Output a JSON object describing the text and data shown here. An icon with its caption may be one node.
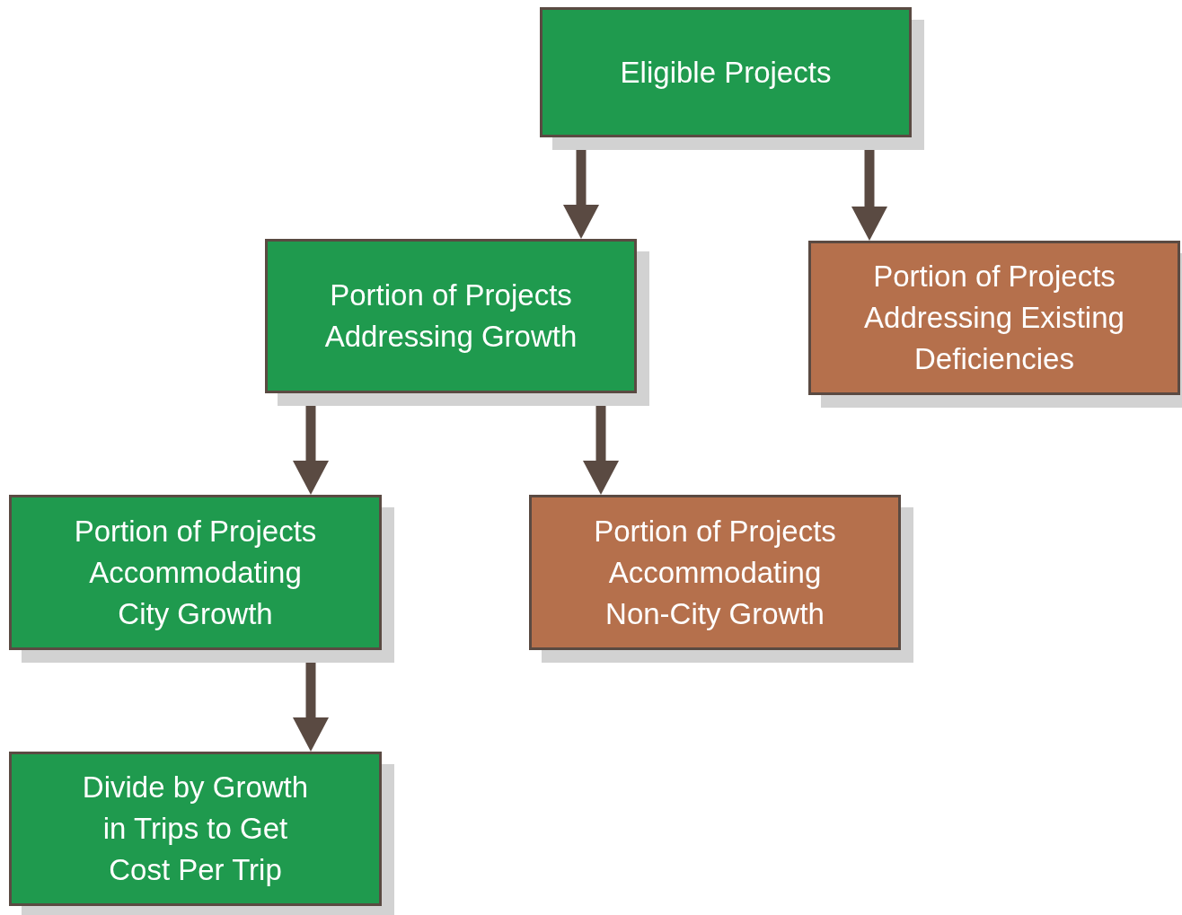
{
  "diagram": {
    "nodes": [
      {
        "text": [
          "Eligible Projects"
        ]
      },
      {
        "text": [
          "Portion of Projects Addressing Growth"
        ]
      },
      {
        "text": [
          "Portion of Projects Addressing Existing Deficiencies"
        ]
      },
      {
        "text": [
          "Portion of Projects Accommodating City Growth"
        ]
      },
      {
        "text": [
          "Portion of Projects Accommodating Non-City Growth"
        ]
      },
      {
        "text": [
          "Divide by Growth in Trips to Get Cost Per Trip"
        ]
      }
    ],
    "edges": [
      {
        "from": 0,
        "to": 1,
        "arrow": "to"
      },
      {
        "from": 0,
        "to": 2,
        "arrow": "to"
      },
      {
        "from": 1,
        "to": 3,
        "arrow": "to"
      },
      {
        "from": 1,
        "to": 4,
        "arrow": "to"
      },
      {
        "from": 3,
        "to": 5,
        "arrow": "to"
      }
    ]
  }
}
